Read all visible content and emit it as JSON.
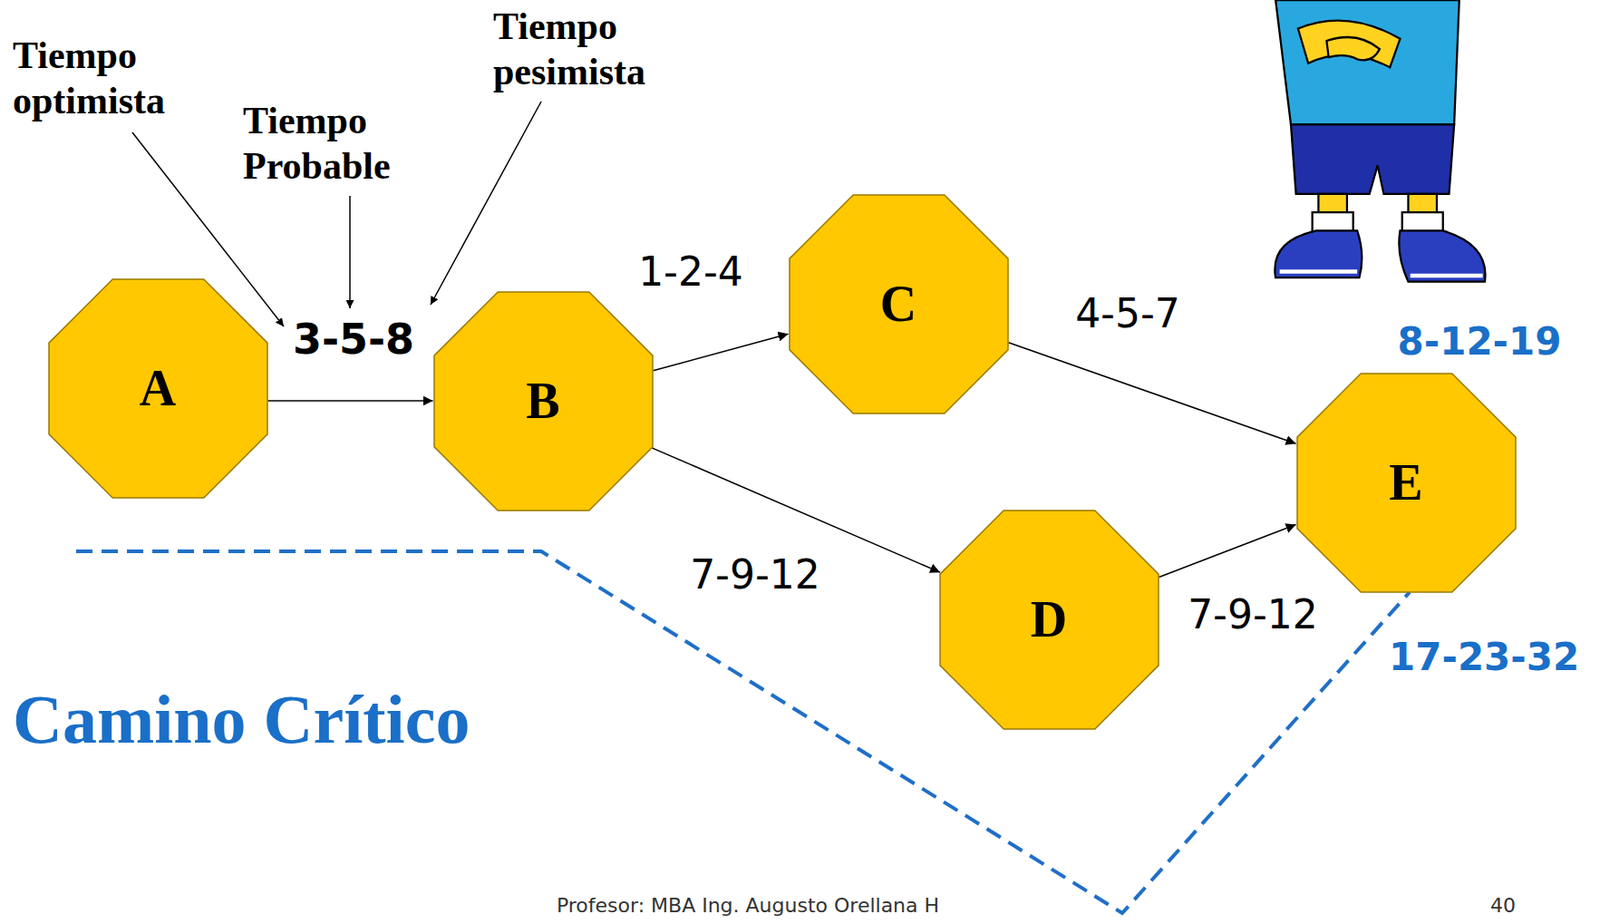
{
  "diagram": {
    "nodes": [
      {
        "text": [
          "A"
        ]
      },
      {
        "text": [
          "B"
        ]
      },
      {
        "text": [
          "C"
        ]
      },
      {
        "text": [
          "D"
        ]
      },
      {
        "text": [
          "E"
        ]
      }
    ],
    "edges": [
      {
        "from": 0,
        "to": 1,
        "label": "3-5-8",
        "arrow": "to"
      },
      {
        "from": 1,
        "to": 2,
        "label": "1-2-4",
        "arrow": "to"
      },
      {
        "from": 1,
        "to": 3,
        "label": "7-9-12",
        "arrow": "to"
      },
      {
        "from": 2,
        "to": 4,
        "label": "4-5-7",
        "arrow": "to"
      },
      {
        "from": 3,
        "to": 4,
        "label": "7-9-12",
        "arrow": "to"
      }
    ],
    "labels": [
      "Tiempo optimista",
      "Tiempo Probable",
      "Tiempo pesimista",
      "8-12-19",
      "17-23-32",
      "Camino Crítico",
      "Profesor: MBA Ing. Augusto Orellana H",
      "40"
    ]
  }
}
